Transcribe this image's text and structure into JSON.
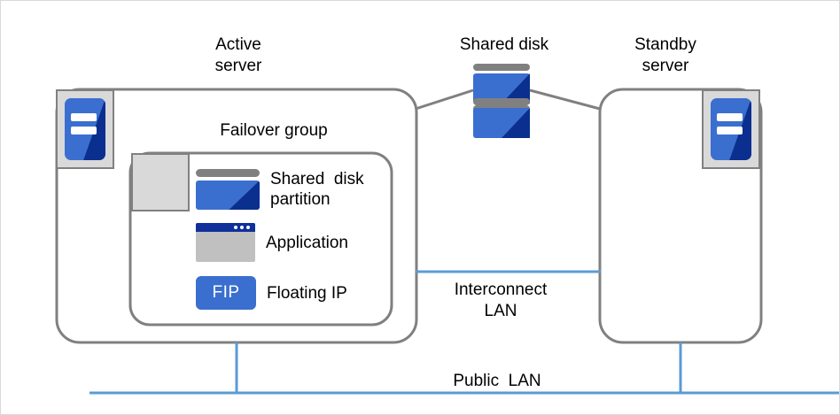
{
  "diagram": {
    "title_active_server": "Active\nserver",
    "title_shared_disk": "Shared disk",
    "title_standby_server": "Standby\nserver",
    "title_failover_group": "Failover group",
    "label_interconnect_lan": "Interconnect\nLAN",
    "label_public_lan": "Public  LAN"
  },
  "failover_group": {
    "resources": [
      {
        "icon": "shared-disk-partition-icon",
        "label": "Shared  disk\npartition"
      },
      {
        "icon": "application-window-icon",
        "label": "Application"
      },
      {
        "icon": "floating-ip-icon",
        "chip_text": "FIP",
        "label": "Floating IP"
      }
    ]
  },
  "colors": {
    "blue_primary": "#3a6fd0",
    "blue_dark": "#0b2f8f",
    "gray_border": "#808080",
    "gray_fill": "#d9d9d9",
    "lan_line": "#5b9bd5",
    "app_gray": "#c0c0c0",
    "app_titlebar": "#10309a"
  }
}
